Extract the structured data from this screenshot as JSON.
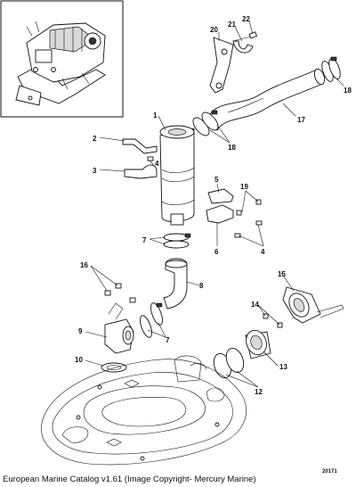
{
  "caption": "European Marine Catalog v1.61 (Image Copyright- Mercury Marine)",
  "drawing_number": "20171",
  "callouts": {
    "c1": "1",
    "c2": "2",
    "c3": "3",
    "c4a": "4",
    "c4b": "4",
    "c5": "5",
    "c6": "6",
    "c7a": "7",
    "c7b": "7",
    "c8": "8",
    "c9": "9",
    "c10": "10",
    "c12": "12",
    "c13": "13",
    "c14": "14",
    "c15": "15",
    "c16": "16",
    "c17": "17",
    "c18a": "18",
    "c18b": "18",
    "c19": "19",
    "c20": "20",
    "c21": "21",
    "c22": "22"
  }
}
